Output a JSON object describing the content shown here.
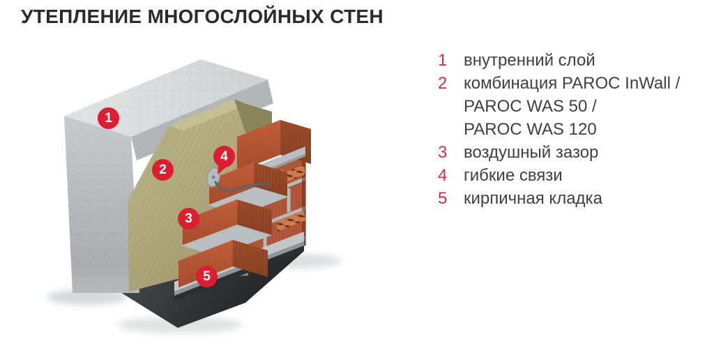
{
  "page": {
    "title": "УТЕПЛЕНИЕ МНОГОСЛОЙНЫХ СТЕН",
    "background": "#ffffff"
  },
  "legend": {
    "number_color": "#d02e50",
    "text_color": "#3f3f41",
    "items": [
      {
        "num": "1",
        "label": "внутренний слой"
      },
      {
        "num": "2",
        "lines": [
          "комбинация PAROC InWall /",
          "PAROC WAS 50 /",
          "PAROC WAS 120"
        ]
      },
      {
        "num": "3",
        "label": "воздушный зазор"
      },
      {
        "num": "4",
        "label": "гибкие связи"
      },
      {
        "num": "5",
        "label": "кирпичная кладка"
      }
    ]
  },
  "diagram": {
    "markers": [
      {
        "num": "1"
      },
      {
        "num": "2"
      },
      {
        "num": "3"
      },
      {
        "num": "4"
      },
      {
        "num": "5"
      }
    ],
    "colors": {
      "marker_red": "#dc1e32",
      "legend_number_red": "#d02e50",
      "concrete": "#d7d9da",
      "insulation": "#b3ac7e",
      "brick": "#c2603a",
      "mortar": "#b9bec0",
      "membrane": "#2e3133"
    }
  }
}
